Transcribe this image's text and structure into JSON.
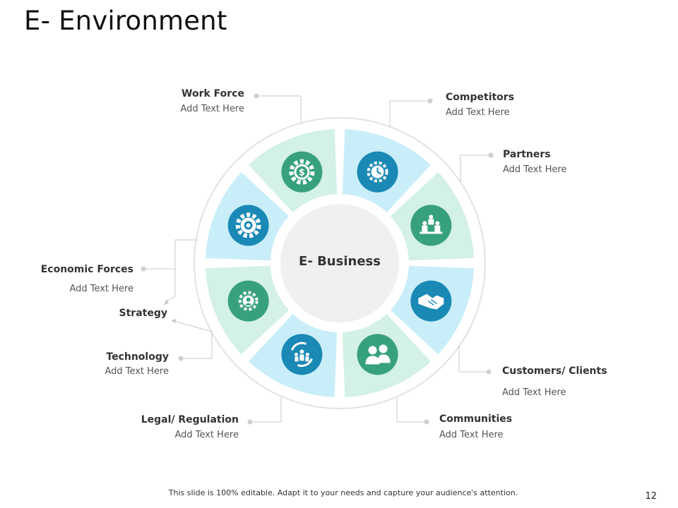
{
  "slide": {
    "title": "E- Environment",
    "center": "E- Business",
    "footer": "This slide is 100% editable. Adapt it to your needs and capture your audience's attention.",
    "page_number": "12"
  },
  "colors": {
    "light_blue": "#c9eef9",
    "light_green": "#d3f1e6",
    "icon_blue": "#1a89b5",
    "icon_green": "#37a07f",
    "ring": "#e6e6e6",
    "hub": "#f0f0f0"
  },
  "segments": [
    {
      "name": "Work Force",
      "icon": "clock-gear-icon"
    },
    {
      "name": "Competitors",
      "icon": "chess-pawns-icon"
    },
    {
      "name": "Partners",
      "icon": "handshake-icon"
    },
    {
      "name": "Customers/ Clients",
      "icon": "people-icon"
    },
    {
      "name": "Communities",
      "icon": "community-cycle-icon"
    },
    {
      "name": "Legal/ Regulation",
      "icon": "gear-person-icon"
    },
    {
      "name": "Technology",
      "icon": "gear-icon"
    },
    {
      "name": "Economic Forces",
      "icon": "dollar-gear-icon"
    }
  ],
  "labels": {
    "work_force": {
      "title": "Work Force",
      "text": "Add Text Here"
    },
    "competitors": {
      "title": "Competitors",
      "text": "Add Text Here"
    },
    "partners": {
      "title": "Partners",
      "text": "Add Text Here"
    },
    "economic_forces": {
      "title": "Economic Forces",
      "text": "Add Text Here"
    },
    "strategy": {
      "title": "Strategy"
    },
    "technology": {
      "title": "Technology",
      "text": "Add Text Here"
    },
    "legal": {
      "title": "Legal/ Regulation",
      "text": "Add Text Here"
    },
    "communities": {
      "title": "Communities",
      "text": "Add Text Here"
    },
    "customers": {
      "title": "Customers/ Clients",
      "text": "Add Text Here"
    }
  }
}
